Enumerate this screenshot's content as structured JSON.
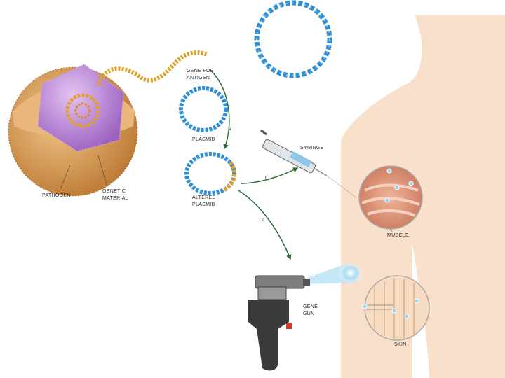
{
  "labels": {
    "pathogen": "PATHOGEN",
    "genetic_material_1": "GENETIC",
    "genetic_material_2": "MATERIAL",
    "gene_for_antigen_1": "GENE FOR",
    "gene_for_antigen_2": "ANTIGEN",
    "plasmid": "PLASMID",
    "altered_plasmid_1": "ALTERED",
    "altered_plasmid_2": "PLASMID",
    "syringe": "SYRINGE",
    "muscle": "MUSCLE",
    "gene_gun_1": "GENE",
    "gene_gun_2": "GUN",
    "skin": "SKIN"
  },
  "steps": {
    "a": "a",
    "b": "b",
    "c": "c"
  },
  "colors": {
    "skin_tone": "#f9e0cb",
    "pathogen_orange": "#d99a4e",
    "capsid_purple": "#b98ad6",
    "dna_blue": "#2f8fd6",
    "gene_gold": "#e0a12a",
    "arrow_green": "#2e6b3a",
    "gun_gray": "#7d7d7d"
  }
}
